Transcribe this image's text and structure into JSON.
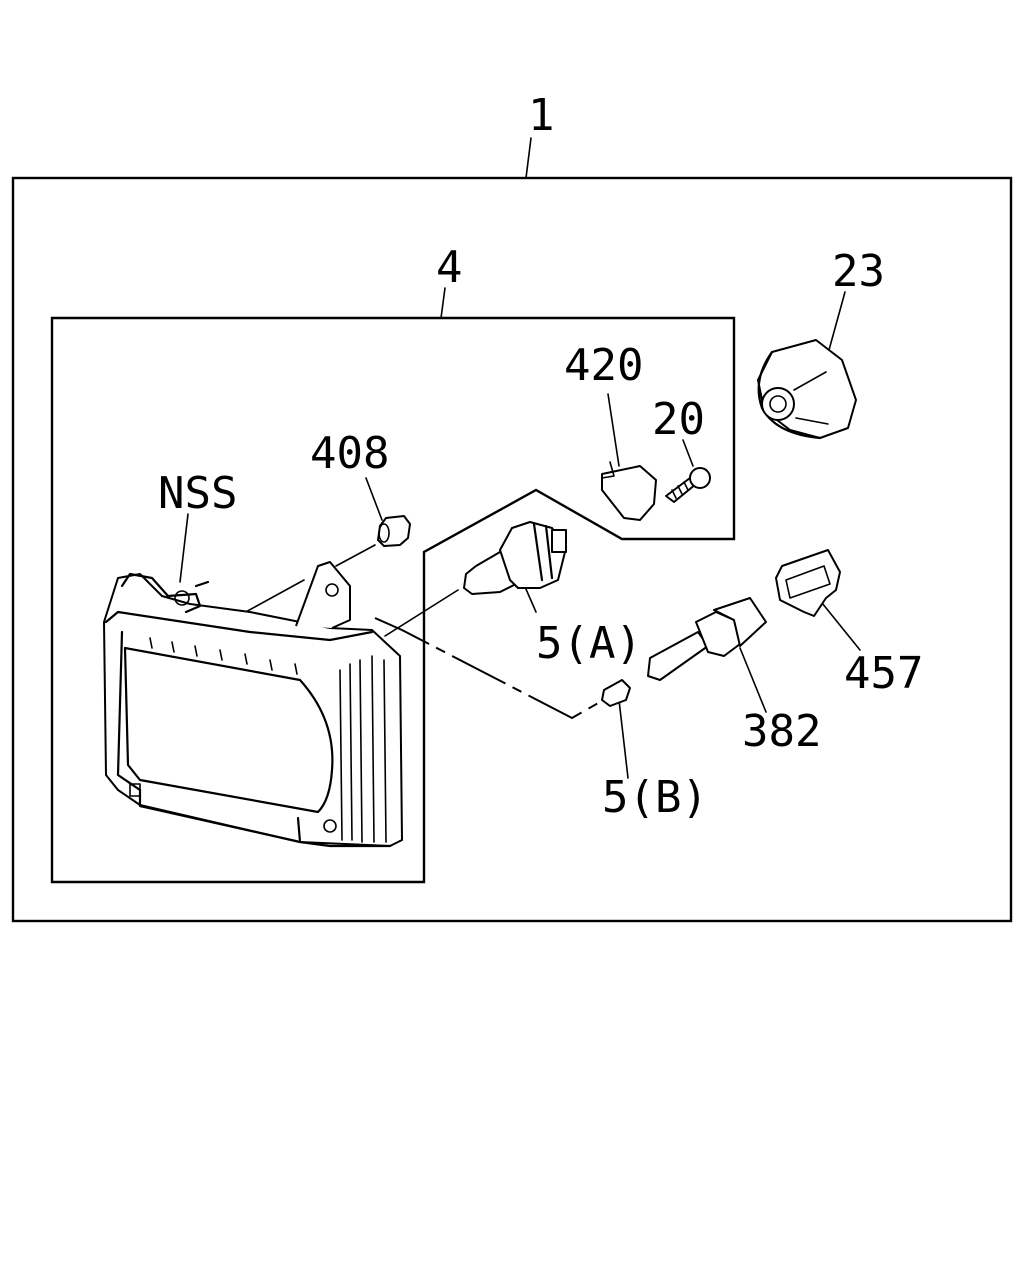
{
  "callouts": {
    "assembly": "1",
    "headlamp_unit": "4",
    "side_marker": "23",
    "bracket": "420",
    "screw": "20",
    "grommet": "408",
    "nss": "NSS",
    "bulb_a": "5(A)",
    "bulb_b": "5(B)",
    "socket": "382",
    "connector": "457"
  }
}
